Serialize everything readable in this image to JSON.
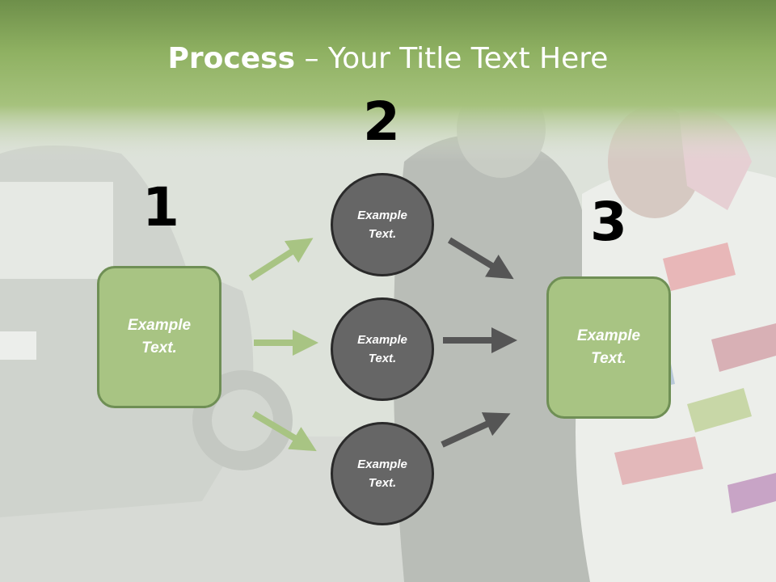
{
  "slide": {
    "title_bold": "Process",
    "title_rest": " – Your Title Text Here",
    "colors": {
      "green_fill": "#a8c483",
      "green_border": "#6f8f55",
      "circle_fill": "#666666",
      "circle_border": "#2a2a2a",
      "dark_arrow": "#555555",
      "light_arrow": "#a8c483"
    }
  },
  "steps": {
    "one": {
      "number": "1",
      "text": "Example\nText."
    },
    "two": {
      "number": "2",
      "items": [
        {
          "text": "Example\nText."
        },
        {
          "text": "Example\nText."
        },
        {
          "text": "Example\nText."
        }
      ]
    },
    "three": {
      "number": "3",
      "text": "Example\nText."
    }
  }
}
